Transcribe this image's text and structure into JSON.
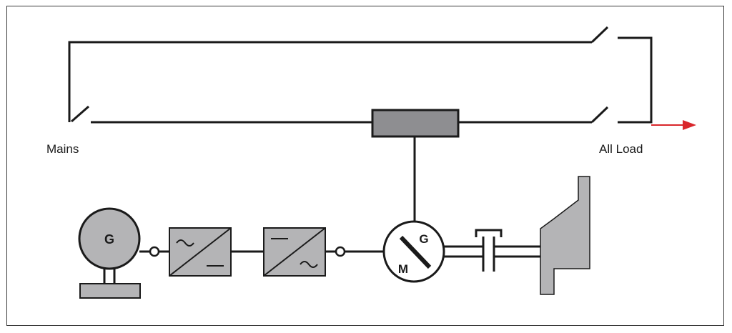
{
  "labels": {
    "mains": "Mains",
    "load": "All Load",
    "generator": "G",
    "machine_motor": "M",
    "machine_generator": "G"
  },
  "colors": {
    "line": "#1a1a1a",
    "grey_fill": "#b4b4b6",
    "dark_grey_fill": "#8e8e91",
    "arrow": "#d9262b"
  },
  "components": [
    "mains-switch",
    "bypass-switch",
    "output-switch",
    "coupling-block",
    "generator",
    "rectifier",
    "inverter",
    "motor-generator",
    "clutch",
    "flywheel",
    "load-arrow"
  ]
}
